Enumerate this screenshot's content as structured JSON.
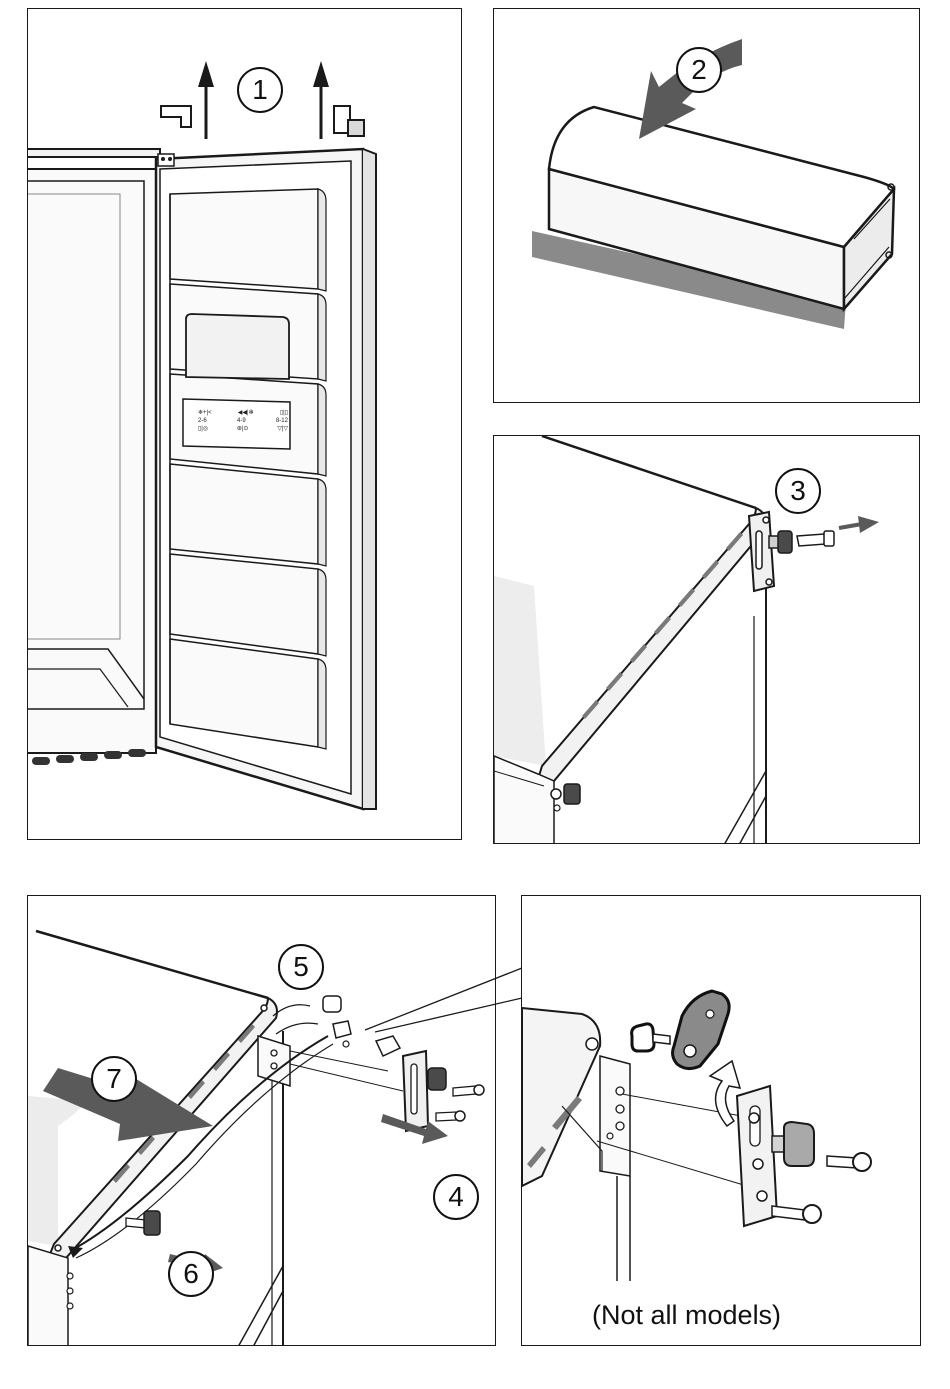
{
  "steps": {
    "s1": "1",
    "s2": "2",
    "s3": "3",
    "s4": "4",
    "s5": "5",
    "s6": "6",
    "s7": "7"
  },
  "display": {
    "row1": [
      "❄+|<",
      "◀◀|✻",
      "▯|▯"
    ],
    "row2": [
      "2-6",
      "4-9",
      "8-12"
    ],
    "row3": [
      "▯|◎",
      "⊛|⊙",
      "▽|▽"
    ]
  },
  "detail": {
    "caption": "(Not all models)"
  },
  "colors": {
    "line": "#1a1a1a",
    "shade": "#7a7a7a",
    "arrow": "#555555",
    "light": "#ececec"
  }
}
